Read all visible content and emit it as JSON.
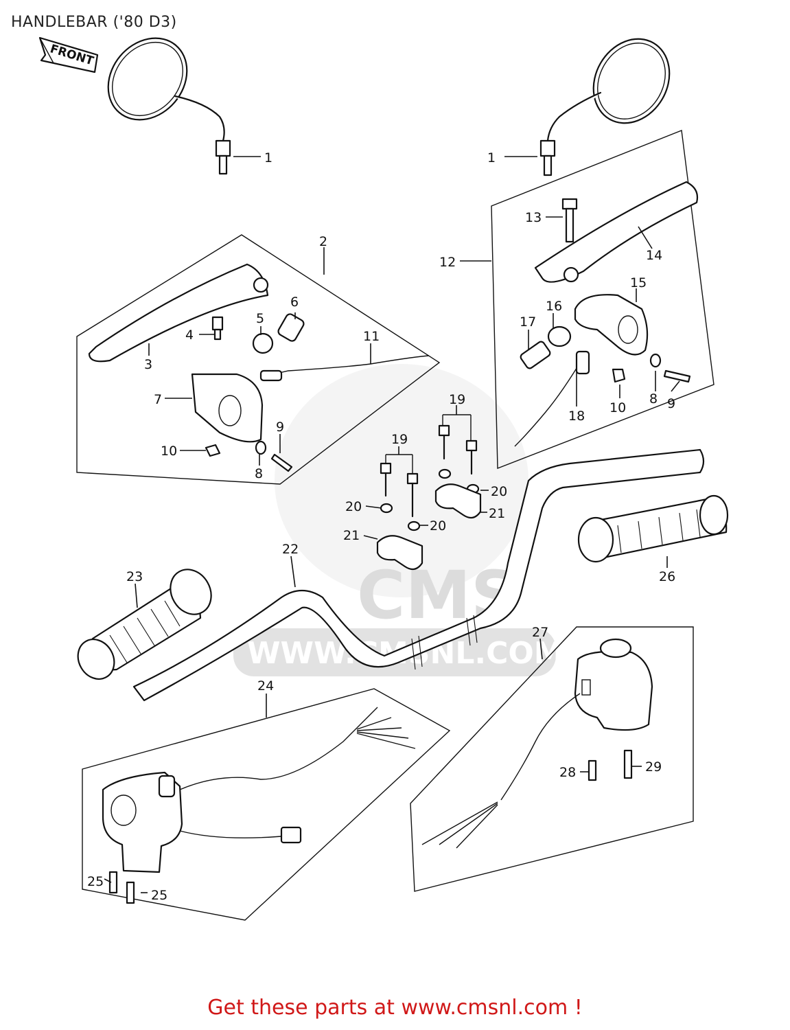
{
  "title": "HANDLEBAR ('80 D3)",
  "front_marker": "FRONT",
  "watermark": {
    "logo": "CMS",
    "url": "WWW.CMSNL.COM"
  },
  "callouts": [
    "1",
    "1",
    "2",
    "3",
    "4",
    "5",
    "6",
    "7",
    "8",
    "9",
    "10",
    "11",
    "12",
    "13",
    "14",
    "15",
    "16",
    "17",
    "8",
    "9",
    "10",
    "18",
    "19",
    "19",
    "20",
    "20",
    "20",
    "21",
    "21",
    "22",
    "23",
    "24",
    "25",
    "25",
    "26",
    "27",
    "28",
    "29"
  ],
  "footer_text": "Get these parts at www.cmsnl.com !"
}
